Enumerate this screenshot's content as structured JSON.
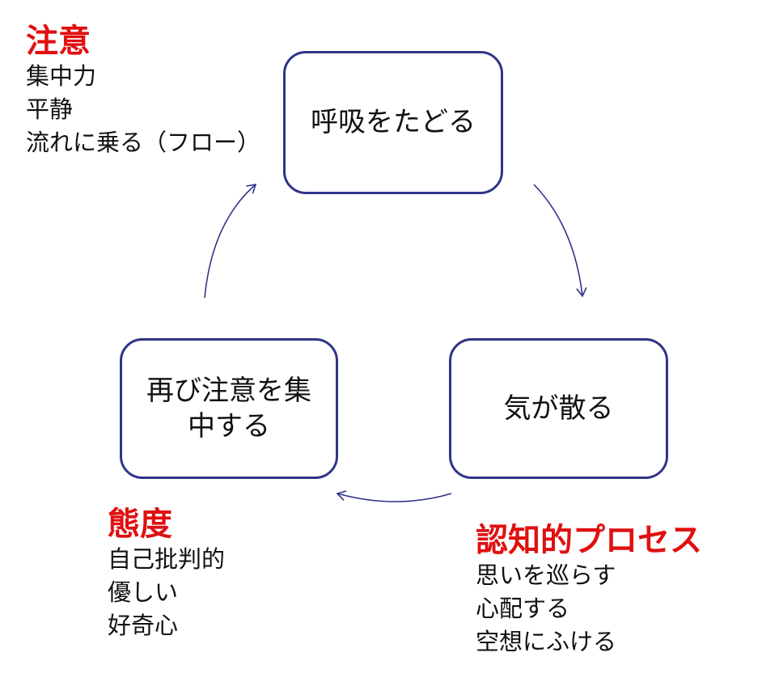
{
  "nodes": {
    "breath": "呼吸をたどる",
    "distracted": "気が散る",
    "refocus": "再び注意を集中する"
  },
  "notes": {
    "attention": {
      "heading": "注意",
      "items": [
        "集中力",
        "平静",
        "流れに乗る（フロー）"
      ]
    },
    "attitude": {
      "heading": "態度",
      "items": [
        "自己批判的",
        "優しい",
        "好奇心"
      ]
    },
    "cognitive": {
      "heading": "認知的プロセス",
      "items": [
        "思いを巡らす",
        "心配する",
        "空想にふける"
      ]
    }
  },
  "colors": {
    "box_border": "#2f3487",
    "arrow": "#2f3487",
    "heading": "#e01010",
    "text": "#111111"
  }
}
